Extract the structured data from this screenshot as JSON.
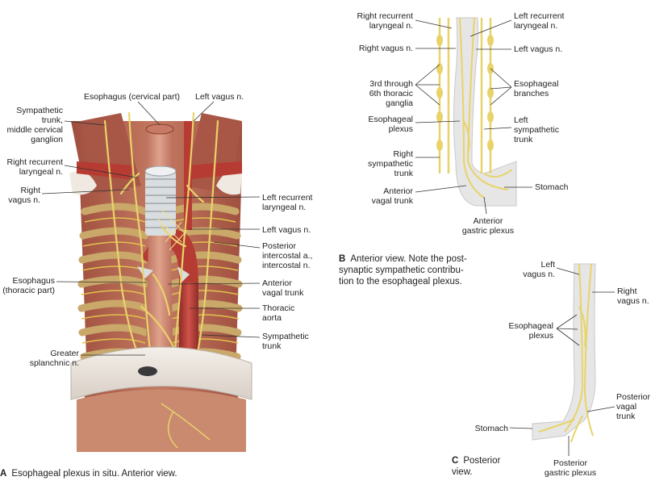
{
  "panel_a": {
    "letter": "A",
    "caption": "Esophageal plexus in situ. Anterior view.",
    "labels": {
      "esophagus_cervical": "Esophagus (cervical part)",
      "left_vagus_top": "Left vagus n.",
      "sympathetic_trunk": "Sympathetic\ntrunk,\nmiddle cervical\nganglion",
      "right_recurrent": "Right recurrent\nlaryngeal n.",
      "right_vagus": "Right\nvagus n.",
      "left_recurrent": "Left recurrent\nlaryngeal n.",
      "left_vagus_mid": "Left vagus n.",
      "posterior_intercostal": "Posterior\nintercostal a.,\nintercostal n.",
      "esophagus_thoracic": "Esophagus\n(thoracic part)",
      "anterior_vagal": "Anterior\nvagal trunk",
      "thoracic_aorta": "Thoracic\naorta",
      "sympathetic_trunk_r": "Sympathetic\ntrunk",
      "greater_splanchnic": "Greater\nsplanchnic n."
    }
  },
  "panel_b": {
    "letter": "B",
    "caption": "Anterior view. Note the post-\nsynaptic sympathetic contribu-\ntion to the esophageal plexus.",
    "labels": {
      "right_recurrent": "Right recurrent\nlaryngeal n.",
      "left_recurrent": "Left recurrent\nlaryngeal n.",
      "right_vagus": "Right vagus n.",
      "left_vagus": "Left vagus n.",
      "thoracic_ganglia": "3rd through\n6th thoracic\nganglia",
      "esophageal_branches": "Esophageal\nbranches",
      "esophageal_plexus": "Esophageal\nplexus",
      "left_sympathetic": "Left\nsympathetic\ntrunk",
      "right_sympathetic": "Right\nsympathetic\ntrunk",
      "stomach": "Stomach",
      "anterior_vagal": "Anterior\nvagal trunk",
      "anterior_gastric": "Anterior\ngastric plexus"
    }
  },
  "panel_c": {
    "letter": "C",
    "caption": "Posterior\nview.",
    "labels": {
      "left_vagus": "Left\nvagus n.",
      "right_vagus": "Right\nvagus n.",
      "esophageal_plexus": "Esophageal\nplexus",
      "posterior_vagal": "Posterior\nvagal\ntrunk",
      "stomach": "Stomach",
      "posterior_gastric": "Posterior\ngastric plexus"
    }
  },
  "colors": {
    "muscle": "#b5634f",
    "rib": "#c9a86a",
    "nerve": "#e8d36a",
    "aorta": "#b63b33",
    "organ_gray": "#e6e6e6",
    "trachea": "#d9dde0"
  }
}
